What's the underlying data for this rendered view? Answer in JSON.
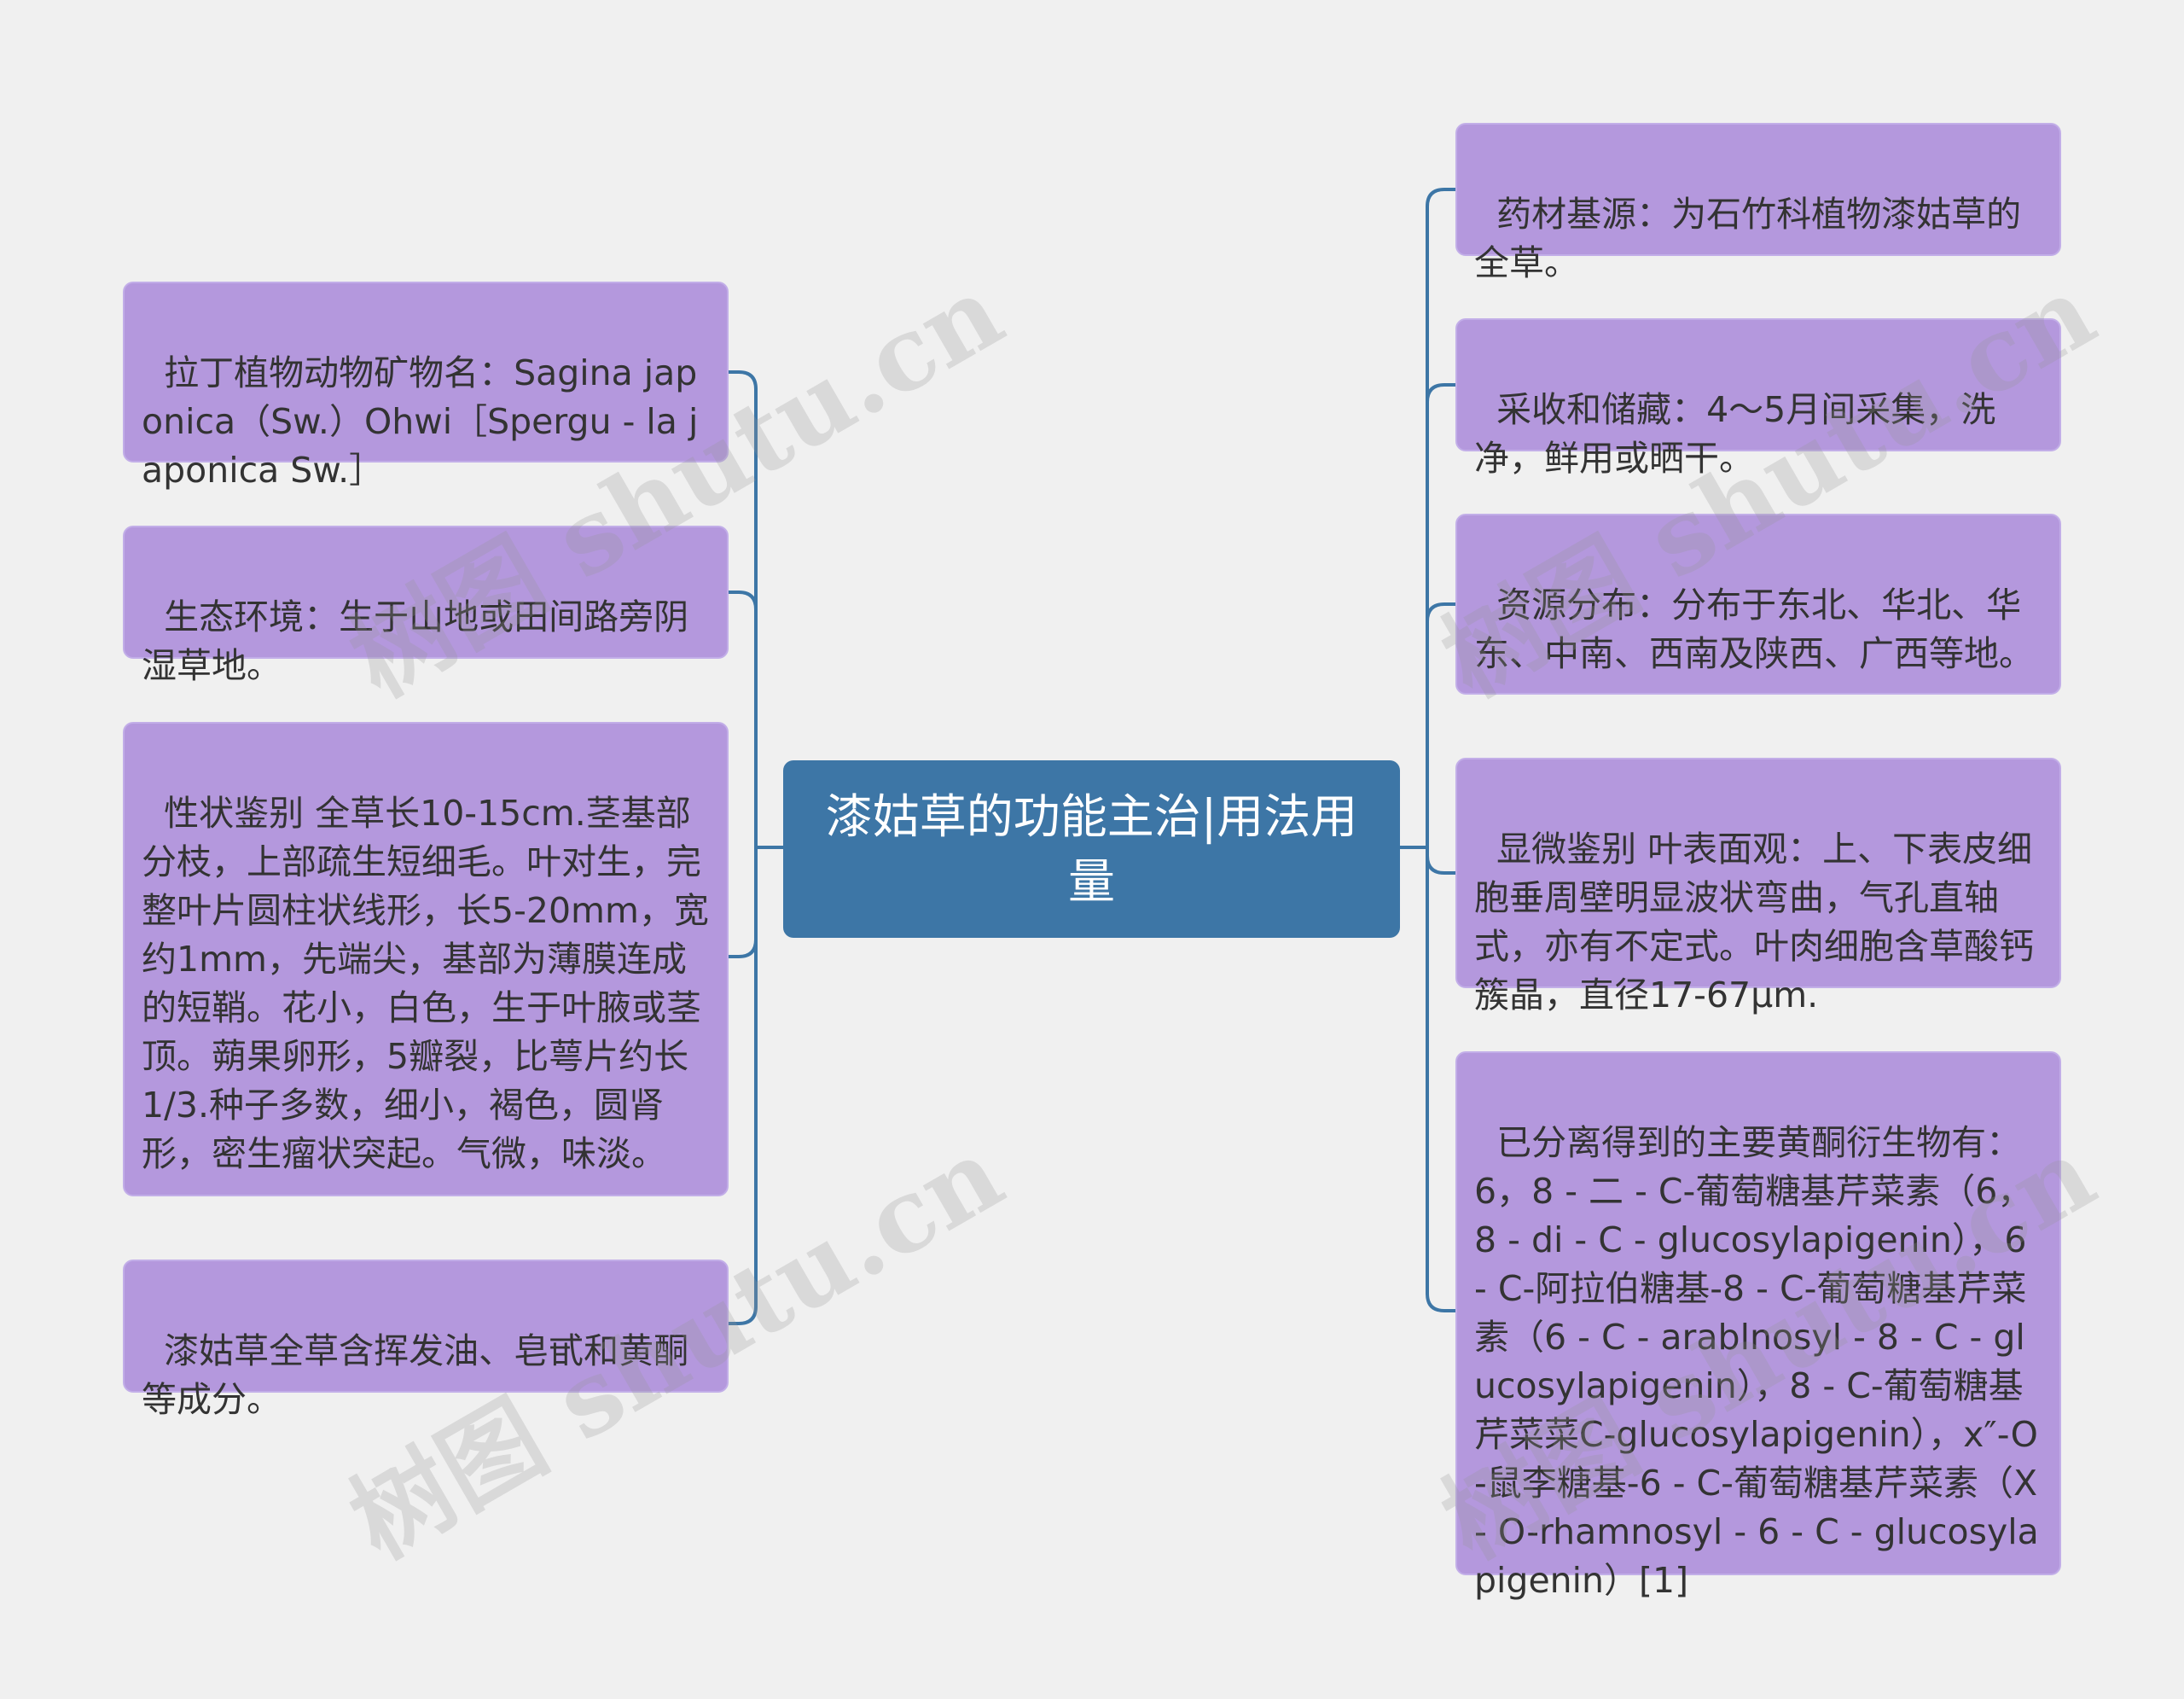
{
  "colors": {
    "background": "#f0f0f0",
    "root_fill": "#3d76a6",
    "root_text": "#ffffff",
    "node_fill": "#b498dd",
    "node_border": "#c2aee8",
    "node_text": "#333333",
    "connector": "#3d76a6"
  },
  "root": {
    "title": "漆姑草的功能主治|用法用量"
  },
  "left_nodes": [
    {
      "text": "拉丁植物动物矿物名：Sagina japonica（Sw.）Ohwi［Spergu - la japonica Sw.］"
    },
    {
      "text": "生态环境：生于山地或田间路旁阴湿草地。"
    },
    {
      "text": "性状鉴别 全草长10-15cm.茎基部分枝，上部疏生短细毛。叶对生，完整叶片圆柱状线形，长5-20mm，宽约1mm，先端尖，基部为薄膜连成的短鞘。花小，白色，生于叶腋或茎顶。蒴果卵形，5瓣裂，比萼片约长1/3.种子多数，细小，褐色，圆肾形，密生瘤状突起。气微，味淡。"
    },
    {
      "text": "漆姑草全草含挥发油、皂甙和黄酮等成分。"
    }
  ],
  "right_nodes": [
    {
      "text": "药材基源：为石竹科植物漆姑草的全草。"
    },
    {
      "text": "采收和储藏：4～5月间采集，洗净，鲜用或晒干。"
    },
    {
      "text": "资源分布：分布于东北、华北、华东、中南、西南及陕西、广西等地。"
    },
    {
      "text": "显微鉴别 叶表面观：上、下表皮细胞垂周壁明显波状弯曲，气孔直轴式，亦有不定式。叶肉细胞含草酸钙簇晶，直径17-67μm."
    },
    {
      "text": "已分离得到的主要黄酮衍生物有：6，8 - 二 - C-葡萄糖基芹菜素（6，8 - di - C - glucosylapigenin），6 - C-阿拉伯糖基-8 - C-葡萄糖基芹菜素（6 - C - arablnosyl - 8 - C - glucosylapigenin），8 - C-葡萄糖基芹菜菜C-glucosylapigenin），x″-O-鼠李糖基-6 - C-葡萄糖基芹菜素（X - O-rhamnosyl - 6 - C - glucosylapigenin）[1]"
    }
  ],
  "watermark": {
    "text": "树图 shutu.cn"
  }
}
